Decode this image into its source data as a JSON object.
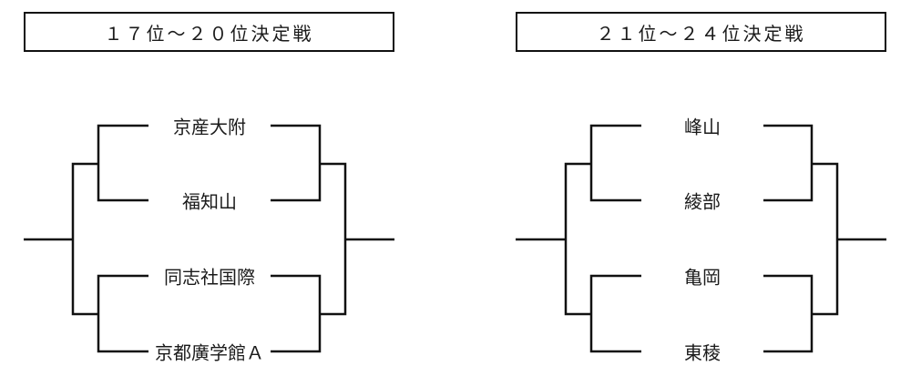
{
  "brackets": {
    "left": {
      "title": "１７位～２０位決定戦",
      "teams": [
        "京産大附",
        "福知山",
        "同志社国際",
        "京都廣学館Ａ"
      ]
    },
    "right": {
      "title": "２１位～２４位決定戦",
      "teams": [
        "峰山",
        "綾部",
        "亀岡",
        "東稜"
      ]
    }
  }
}
